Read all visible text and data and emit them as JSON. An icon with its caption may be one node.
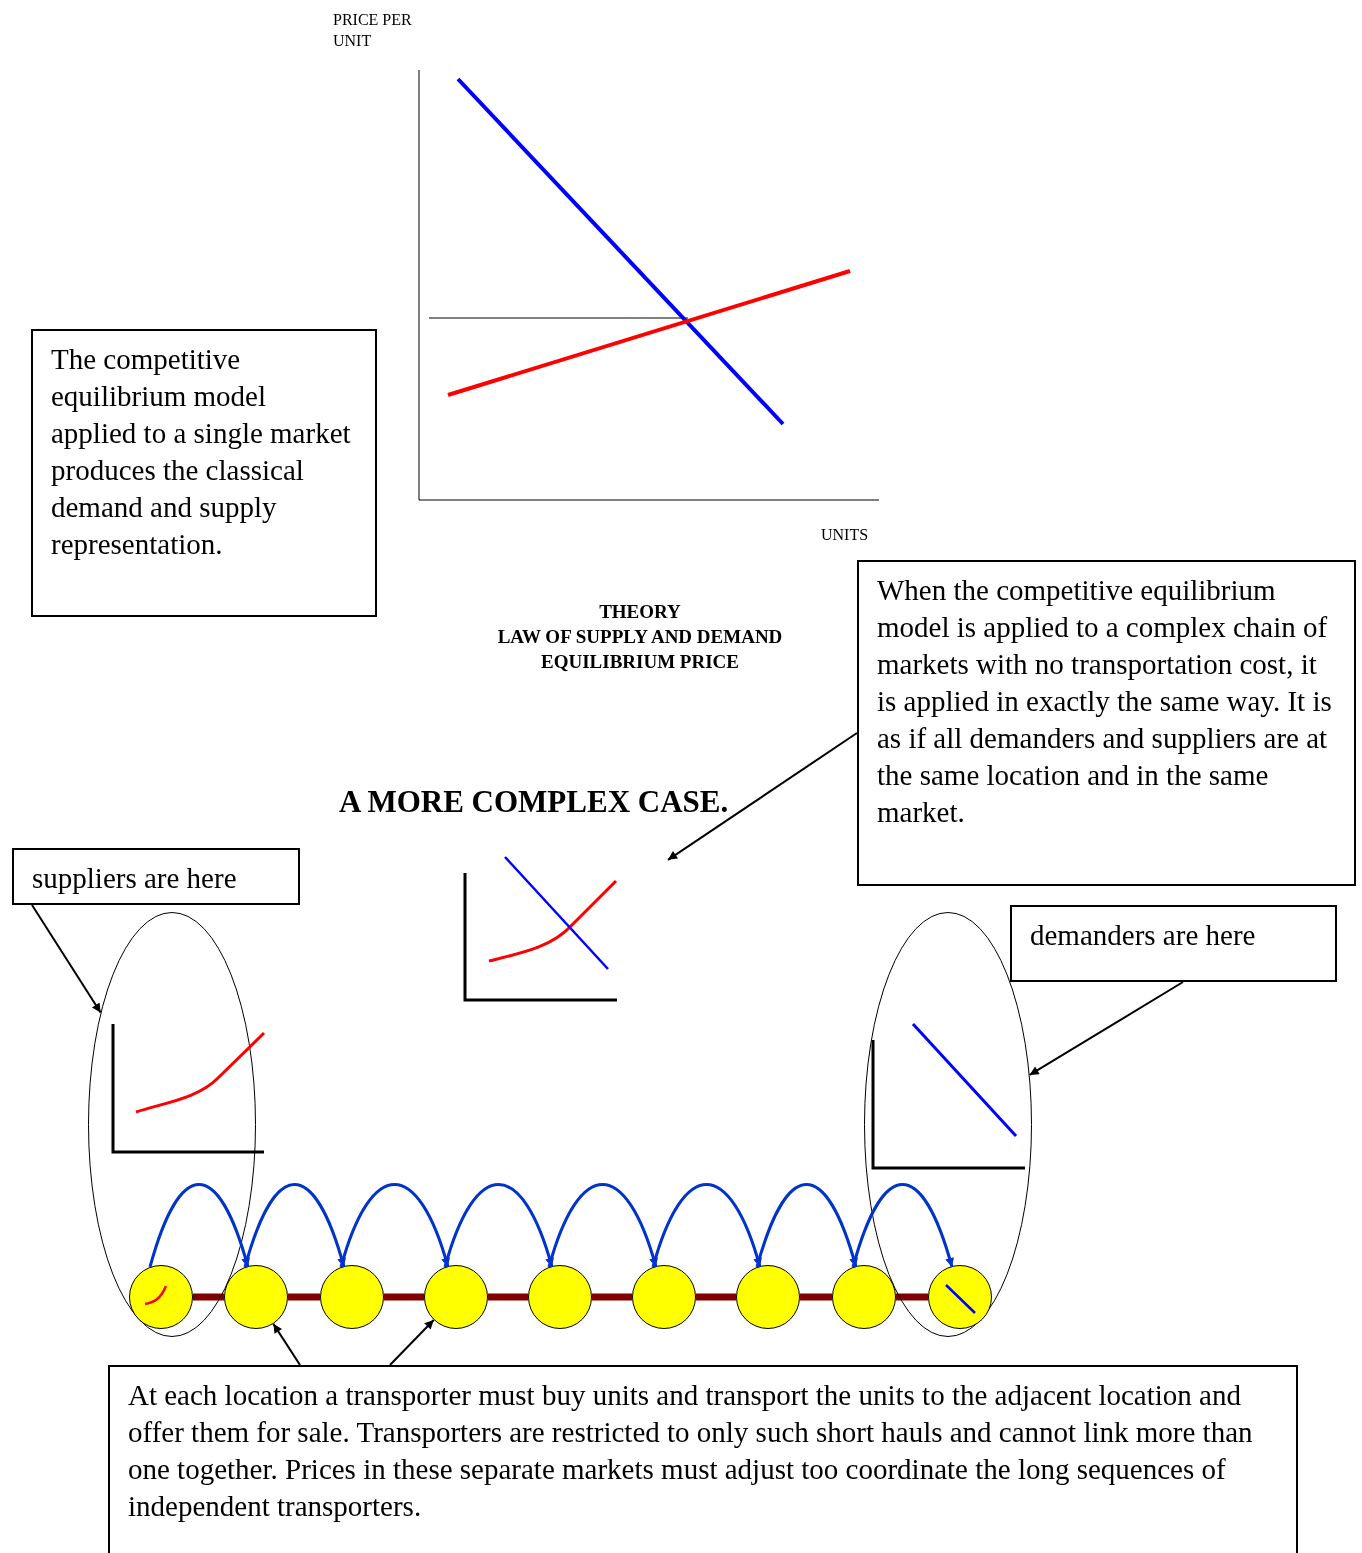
{
  "diagram": {
    "nodes": [
      {
        "text": [
          "The competitive equilibrium model applied to a single market produces the classical demand and supply representation."
        ]
      },
      {
        "text": [
          "When the competitive equilibrium model is applied to a complex chain of markets with no transportation cost, it is applied in exactly the same way.  It is as if all demanders and suppliers are at the same location and in the same market."
        ]
      },
      {
        "text": [],
        "shape": "picture"
      },
      {
        "text": [
          "suppliers are here"
        ]
      },
      {
        "text": [],
        "shape": "ellipse"
      },
      {
        "text": [
          "demanders are here"
        ]
      },
      {
        "text": [],
        "shape": "ellipse"
      },
      {
        "text": [],
        "shape": "circle",
        "in": 4
      },
      {
        "text": [],
        "shape": "circle"
      },
      {
        "text": [],
        "shape": "circle"
      },
      {
        "text": [],
        "shape": "circle"
      },
      {
        "text": [],
        "shape": "circle"
      },
      {
        "text": [],
        "shape": "circle"
      },
      {
        "text": [],
        "shape": "circle"
      },
      {
        "text": [],
        "shape": "circle"
      },
      {
        "text": [],
        "shape": "circle",
        "in": 6
      },
      {
        "text": [
          "At each location a transporter must buy units and transport the units to the adjacent location and offer them for sale.  Transporters are restricted to only such short hauls and cannot link more than one together. Prices in these separate markets must adjust too coordinate the long sequences of independent  transporters."
        ]
      }
    ],
    "edges": [
      {
        "from": 1,
        "to": 2,
        "arrow": "to",
        "color": "#000000"
      },
      {
        "from": 3,
        "to": 4,
        "arrow": "to",
        "color": "#000000"
      },
      {
        "from": 5,
        "to": 6,
        "arrow": "to",
        "color": "#000000"
      },
      {
        "from": 7,
        "to": 8,
        "arrow": "to",
        "color": "#0033cc"
      },
      {
        "from": 8,
        "to": 9,
        "arrow": "to",
        "color": "#0033cc"
      },
      {
        "from": 9,
        "to": 10,
        "arrow": "to",
        "color": "#0033cc"
      },
      {
        "from": 10,
        "to": 11,
        "arrow": "to",
        "color": "#0033cc"
      },
      {
        "from": 11,
        "to": 12,
        "arrow": "to",
        "color": "#0033cc"
      },
      {
        "from": 12,
        "to": 13,
        "arrow": "to",
        "color": "#0033cc"
      },
      {
        "from": 13,
        "to": 14,
        "arrow": "to",
        "color": "#0033cc"
      },
      {
        "from": 14,
        "to": 15,
        "arrow": "to",
        "color": "#0033cc"
      },
      {
        "from": 7,
        "to": 8,
        "arrow": "none",
        "style": "thick",
        "color": "#800000"
      },
      {
        "from": 8,
        "to": 9,
        "arrow": "none",
        "style": "thick",
        "color": "#800000"
      },
      {
        "from": 9,
        "to": 10,
        "arrow": "none",
        "style": "thick",
        "color": "#800000"
      },
      {
        "from": 10,
        "to": 11,
        "arrow": "none",
        "style": "thick",
        "color": "#800000"
      },
      {
        "from": 11,
        "to": 12,
        "arrow": "none",
        "style": "thick",
        "color": "#800000"
      },
      {
        "from": 12,
        "to": 13,
        "arrow": "none",
        "style": "thick",
        "color": "#800000"
      },
      {
        "from": 13,
        "to": 14,
        "arrow": "none",
        "style": "thick",
        "color": "#800000"
      },
      {
        "from": 14,
        "to": 15,
        "arrow": "none",
        "style": "thick",
        "color": "#800000"
      },
      {
        "from": 16,
        "to": 8,
        "arrow": "to",
        "color": "#000000"
      },
      {
        "from": 16,
        "to": 10,
        "arrow": "to",
        "color": "#000000"
      }
    ],
    "labels": [
      "PRICE PER UNIT",
      "UNITS",
      "THEORY",
      "LAW OF SUPPLY AND DEMAND",
      "EQUILIBRIUM PRICE",
      "A MORE COMPLEX CASE."
    ]
  }
}
